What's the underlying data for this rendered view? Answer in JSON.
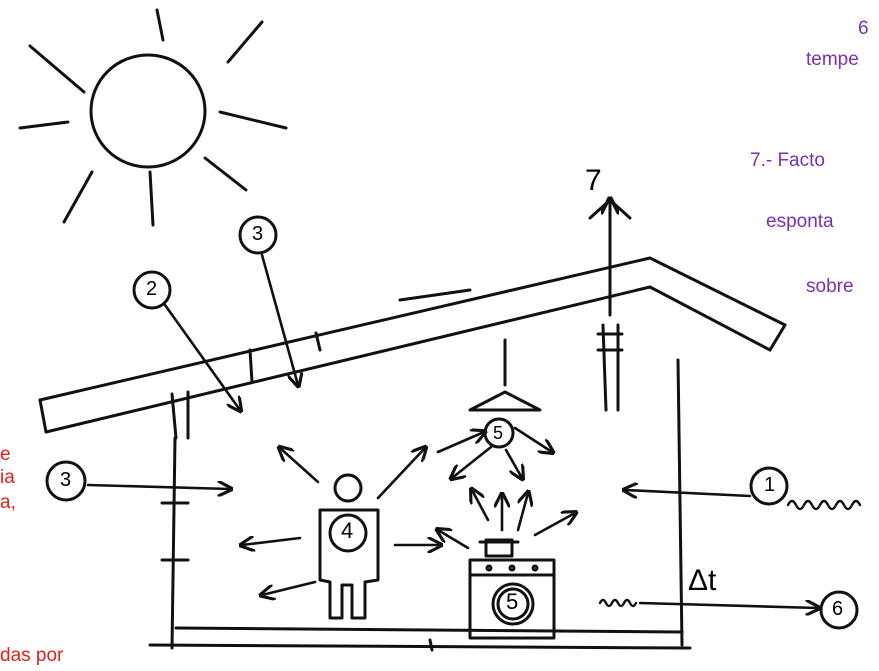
{
  "colors": {
    "ink": "#111111",
    "purple_text": "#7a2fb5",
    "red_text": "#e0201b"
  },
  "callouts": {
    "c1": "1",
    "c2": "2",
    "c3_top": "3",
    "c3_left": "3",
    "c4": "4",
    "c5_lamp": "5",
    "c5_stove": "5",
    "c6": "6",
    "c7": "7",
    "delta_t": "Δt"
  },
  "right_text": {
    "l1": "6",
    "l2": "tempe",
    "l3": "7.- Facto",
    "l4": "esponta",
    "l5": "sobre"
  },
  "left_text": {
    "l1": "e",
    "l2": "ia",
    "l3": "a,",
    "l4": "das por"
  },
  "icons": [
    "sun-icon",
    "person-icon",
    "stove-icon",
    "lamp-icon",
    "pot-icon"
  ]
}
